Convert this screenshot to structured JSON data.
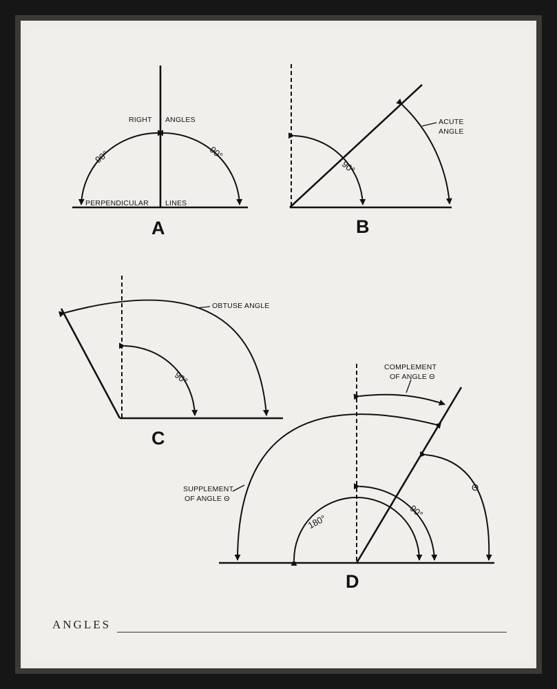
{
  "title": "ANGLES",
  "figures": {
    "a": {
      "letter": "A",
      "right_label": "RIGHT",
      "angles_label": "ANGLES",
      "perpendicular_label": "PERPENDICULAR",
      "lines_label": "LINES",
      "left_degree": "90°",
      "right_degree": "90°"
    },
    "b": {
      "letter": "B",
      "acute_label_1": "ACUTE",
      "acute_label_2": "ANGLE",
      "degree": "90°"
    },
    "c": {
      "letter": "C",
      "obtuse_label": "OBTUSE ANGLE",
      "degree": "90°"
    },
    "d": {
      "letter": "D",
      "complement_label_1": "COMPLEMENT",
      "complement_label_2": "OF ANGLE Θ",
      "supplement_label_1": "SUPPLEMENT",
      "supplement_label_2": "OF ANGLE Θ",
      "degree_180": "180°",
      "degree_90": "90°",
      "theta": "Θ"
    }
  }
}
